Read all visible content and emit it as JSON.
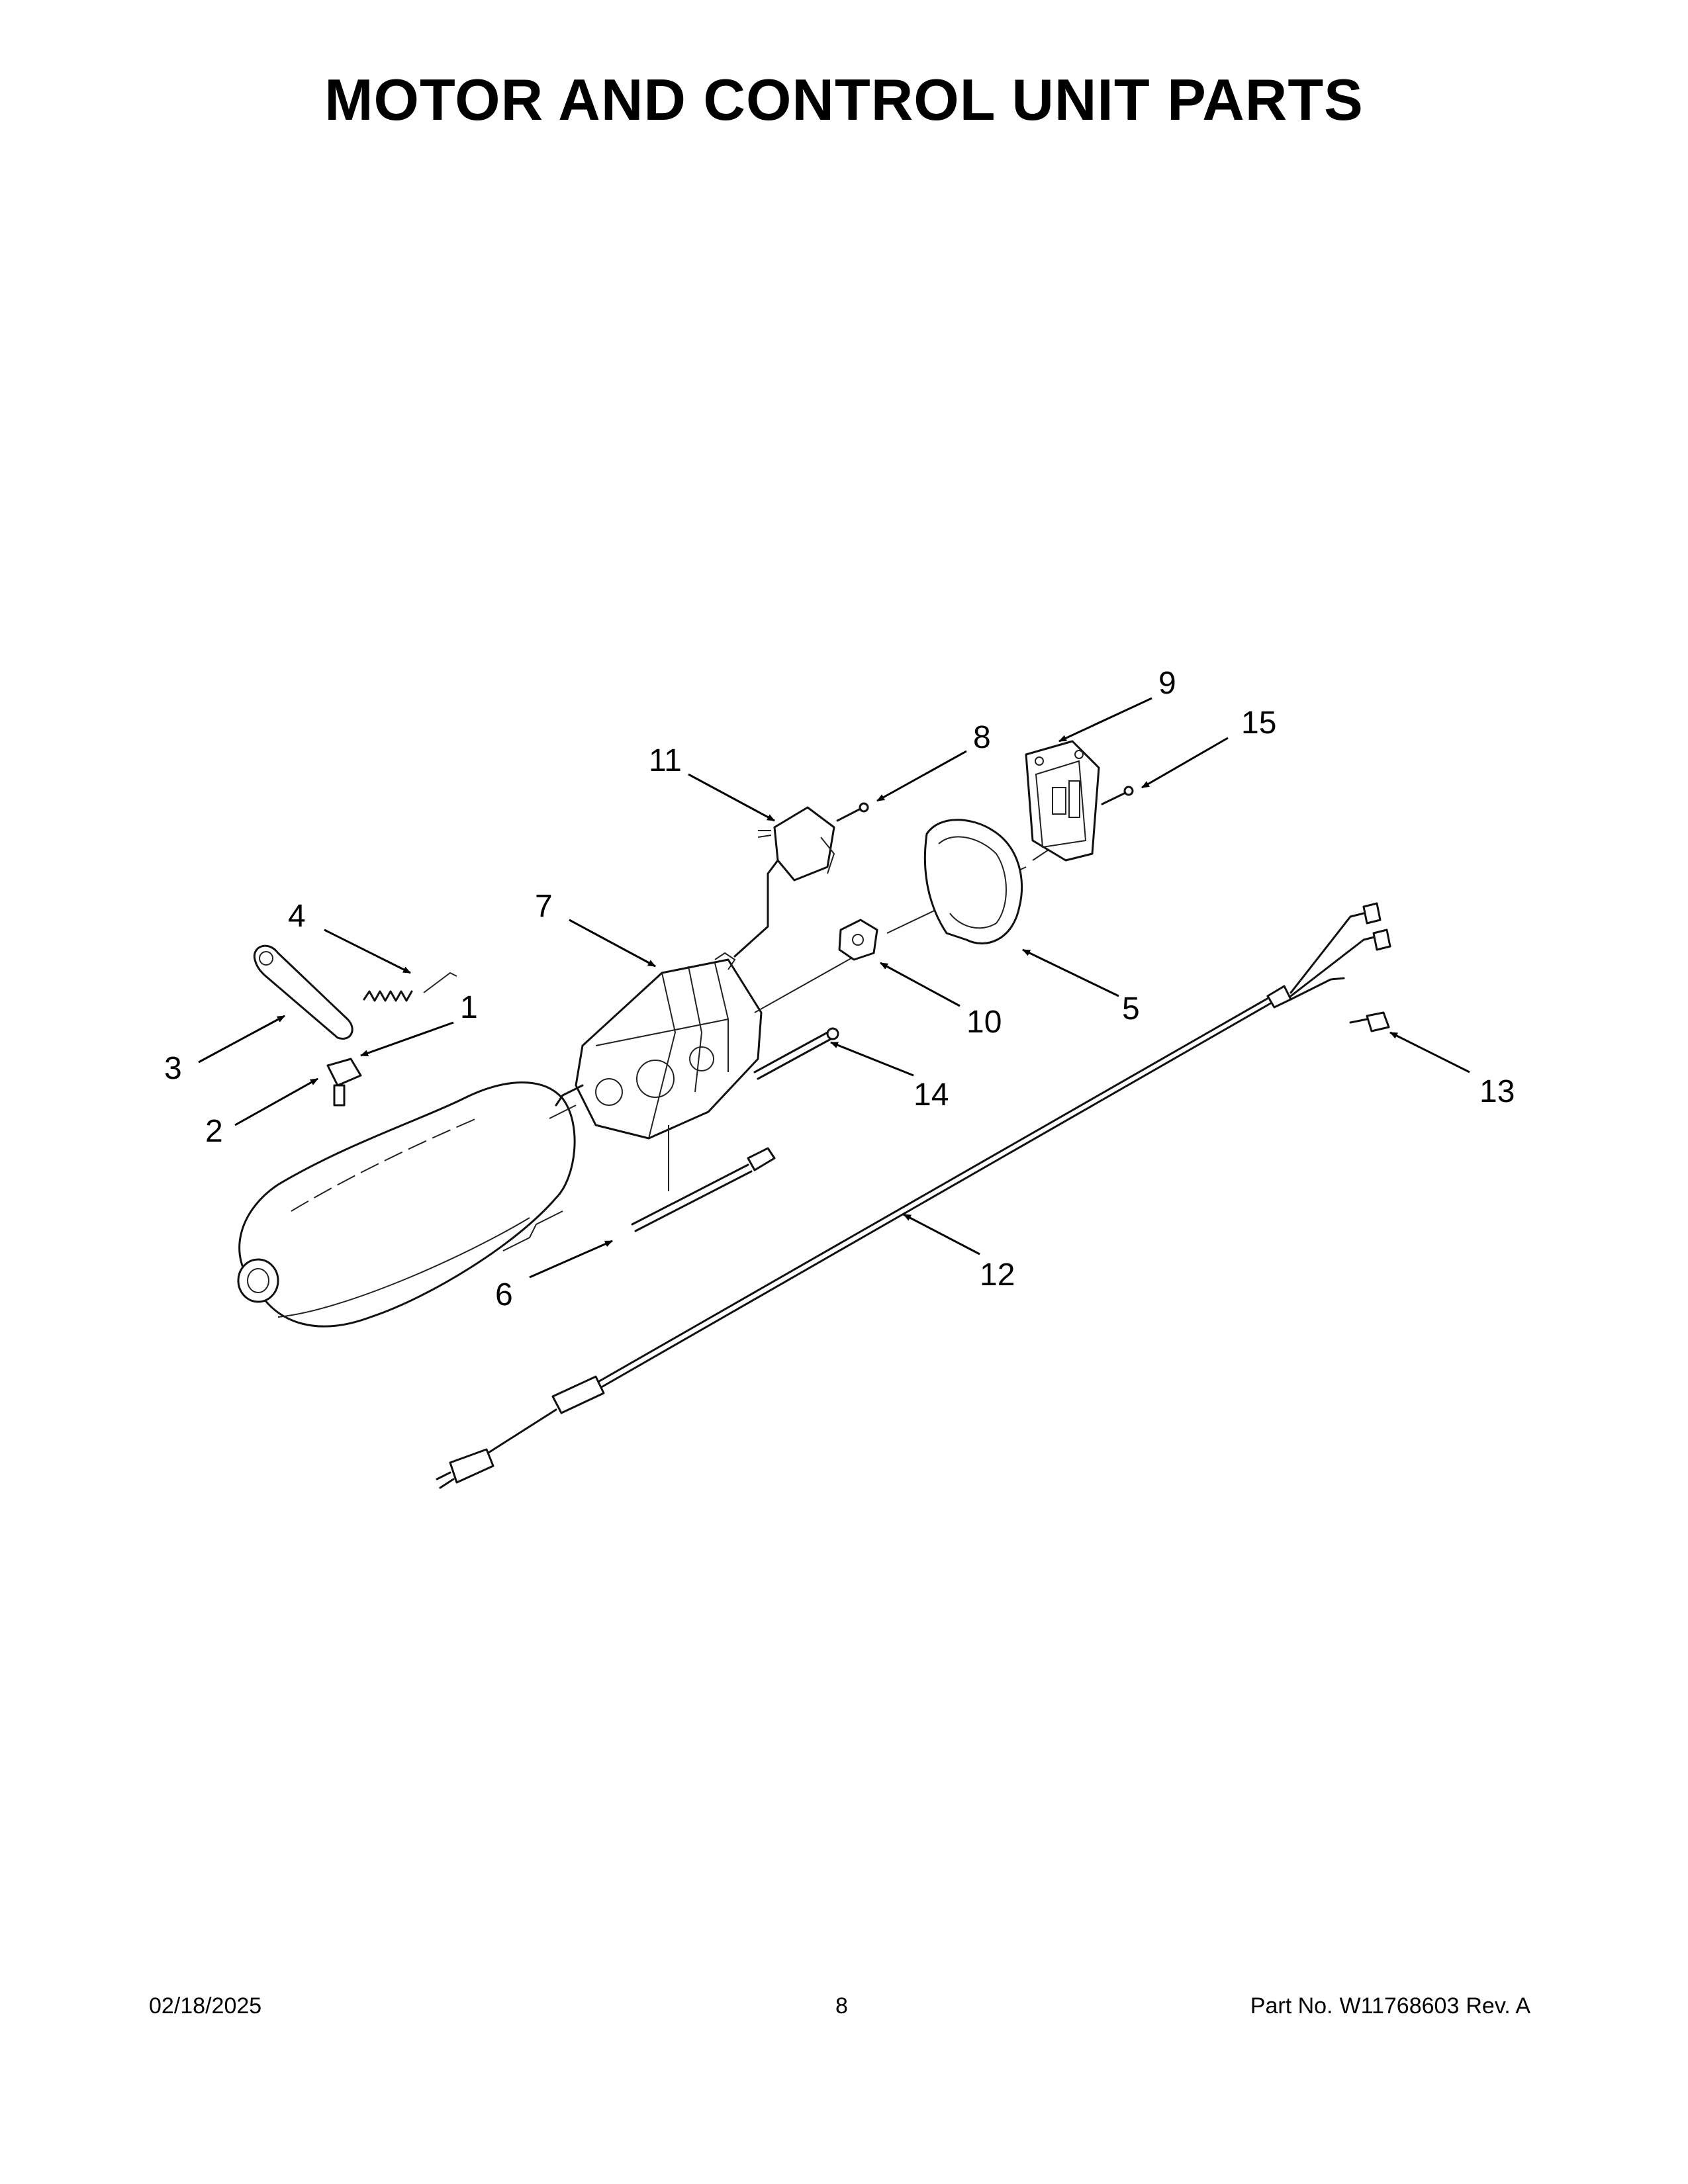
{
  "page": {
    "title": "MOTOR AND CONTROL UNIT PARTS"
  },
  "callouts": [
    {
      "id": "1",
      "label": "1"
    },
    {
      "id": "2",
      "label": "2"
    },
    {
      "id": "3",
      "label": "3"
    },
    {
      "id": "4",
      "label": "4"
    },
    {
      "id": "5",
      "label": "5"
    },
    {
      "id": "6",
      "label": "6"
    },
    {
      "id": "7",
      "label": "7"
    },
    {
      "id": "8",
      "label": "8"
    },
    {
      "id": "9",
      "label": "9"
    },
    {
      "id": "10",
      "label": "10"
    },
    {
      "id": "11",
      "label": "11"
    },
    {
      "id": "12",
      "label": "12"
    },
    {
      "id": "13",
      "label": "13"
    },
    {
      "id": "14",
      "label": "14"
    },
    {
      "id": "15",
      "label": "15"
    }
  ],
  "footer": {
    "date": "02/18/2025",
    "page_number": "8",
    "part_prefix": "Part No.",
    "part_number": "W11768603",
    "revision": "Rev. A"
  }
}
